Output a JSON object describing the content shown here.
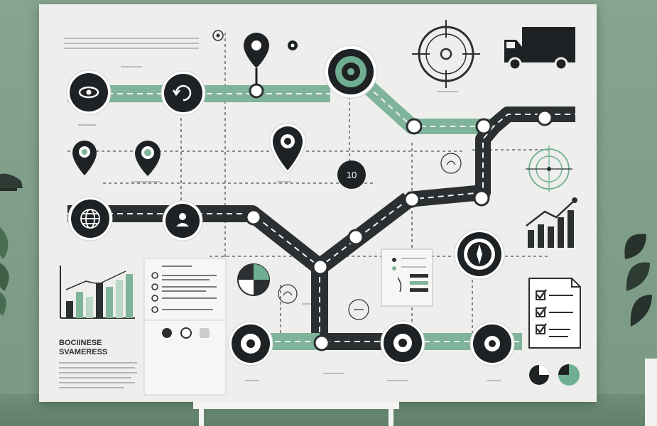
{
  "colors": {
    "board": "#eeeeec",
    "road_dark": "#2c2f31",
    "road_green": "#7fb39a",
    "accent_green": "#6fae92",
    "node_dark": "#1f2224",
    "line_gray": "#5a5f62"
  },
  "labels": {
    "number_node": "10",
    "doc_heading_1": "BOCIINESE",
    "doc_heading_2": "SVAMERESS"
  },
  "icons": [
    "eye-icon",
    "refresh-icon",
    "map-pin-icon",
    "target-icon",
    "truck-icon",
    "globe-icon",
    "bar-chart-icon",
    "checklist-icon",
    "pie-chart-icon"
  ]
}
